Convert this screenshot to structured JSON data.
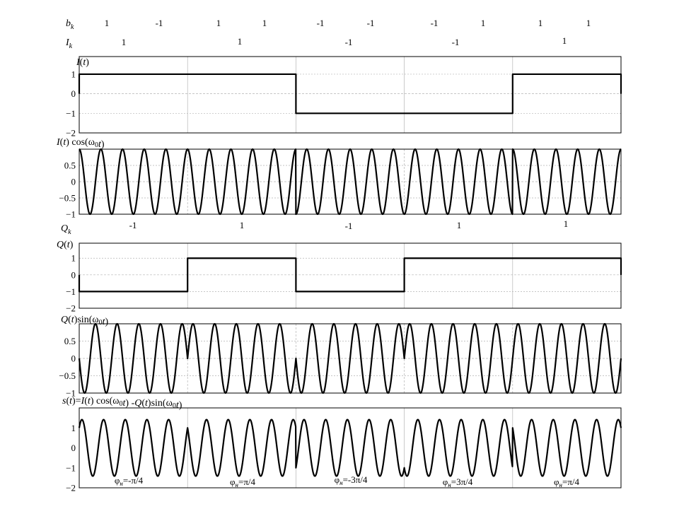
{
  "bits": {
    "label_main": "b",
    "label_sub": "k",
    "values": [
      "1",
      "-1",
      "1",
      "1",
      "-1",
      "-1",
      "-1",
      "1",
      "1",
      "1"
    ]
  },
  "i_bits": {
    "label_main": "I",
    "label_sub": "k",
    "values": [
      "1",
      "1",
      "-1",
      "-1",
      "1"
    ]
  },
  "q_bits": {
    "label_main": "Q",
    "label_sub": "k",
    "values": [
      "-1",
      "1",
      "-1",
      "1",
      "1"
    ]
  },
  "chart_data": [
    {
      "type": "line",
      "title": "I(t)",
      "title_parts": [
        {
          "t": "I",
          "i": true
        },
        {
          "t": "(",
          "i": false
        },
        {
          "t": "t",
          "i": true
        },
        {
          "t": ")",
          "i": false
        }
      ],
      "symbols": [
        1,
        1,
        -1,
        -1,
        1
      ],
      "waveform": "nrz",
      "xlim": [
        0,
        5
      ],
      "ylim": [
        -2,
        1.9
      ],
      "yticks": [
        1,
        0,
        -1,
        -2
      ],
      "ytick_labels": [
        "1",
        "0",
        "−1",
        "−2"
      ],
      "grid": true
    },
    {
      "type": "line",
      "title": "I(t) cos(ω0t)",
      "title_parts": [
        {
          "t": "I",
          "i": true
        },
        {
          "t": "(",
          "i": false
        },
        {
          "t": "t",
          "i": true
        },
        {
          "t": ") cos(ω",
          "i": false
        },
        {
          "t": "0",
          "i": false,
          "sub": true
        },
        {
          "t": "t",
          "i": true
        },
        {
          "t": ")",
          "i": false
        }
      ],
      "symbols": [
        1,
        1,
        -1,
        -1,
        1
      ],
      "waveform": "cos",
      "carrier_cycles_per_symbol": 5,
      "xlim": [
        0,
        5
      ],
      "ylim": [
        -1,
        1
      ],
      "yticks": [
        0.5,
        0,
        -0.5,
        -1
      ],
      "ytick_labels": [
        "0.5",
        "0",
        "−0.5",
        "−1"
      ],
      "grid": true
    },
    {
      "type": "line",
      "title": "Q(t)",
      "title_parts": [
        {
          "t": "Q",
          "i": true
        },
        {
          "t": "(",
          "i": false
        },
        {
          "t": "t",
          "i": true
        },
        {
          "t": ")",
          "i": false
        }
      ],
      "symbols": [
        -1,
        1,
        -1,
        1,
        1
      ],
      "waveform": "nrz",
      "xlim": [
        0,
        5
      ],
      "ylim": [
        -2,
        1.9
      ],
      "yticks": [
        1,
        0,
        -1,
        -2
      ],
      "ytick_labels": [
        "1",
        "0",
        "−1",
        "−2"
      ],
      "grid": true
    },
    {
      "type": "line",
      "title": "Q(t)sin(ω0t)",
      "title_parts": [
        {
          "t": "Q",
          "i": true
        },
        {
          "t": "(",
          "i": false
        },
        {
          "t": "t",
          "i": true
        },
        {
          "t": ")sin(ω",
          "i": false
        },
        {
          "t": "0",
          "i": false,
          "sub": true
        },
        {
          "t": "t",
          "i": true
        },
        {
          "t": ")",
          "i": false
        }
      ],
      "symbols": [
        -1,
        1,
        -1,
        1,
        1
      ],
      "waveform": "sin",
      "carrier_cycles_per_symbol": 5,
      "xlim": [
        0,
        5
      ],
      "ylim": [
        -1,
        1
      ],
      "yticks": [
        0.5,
        0,
        -0.5,
        -1
      ],
      "ytick_labels": [
        "0.5",
        "0",
        "−0.5",
        "−1"
      ],
      "grid": true
    },
    {
      "type": "line",
      "title": "s(t)=I(t) cos(ω0t) -Q(t)sin(ω0t)",
      "title_parts": [
        {
          "t": "s",
          "i": true
        },
        {
          "t": "(",
          "i": false
        },
        {
          "t": "t",
          "i": true
        },
        {
          "t": ")=",
          "i": false
        },
        {
          "t": "I",
          "i": true
        },
        {
          "t": "(",
          "i": false
        },
        {
          "t": "t",
          "i": true
        },
        {
          "t": ") cos(ω",
          "i": false
        },
        {
          "t": "0",
          "i": false,
          "sub": true
        },
        {
          "t": "t",
          "i": true
        },
        {
          "t": ") -",
          "i": false
        },
        {
          "t": "Q",
          "i": true
        },
        {
          "t": "(",
          "i": false
        },
        {
          "t": "t",
          "i": true
        },
        {
          "t": ")sin(ω",
          "i": false
        },
        {
          "t": "0",
          "i": false,
          "sub": true
        },
        {
          "t": "t",
          "i": true
        },
        {
          "t": ")",
          "i": false
        }
      ],
      "i_symbols": [
        1,
        1,
        -1,
        -1,
        1
      ],
      "q_symbols": [
        -1,
        1,
        -1,
        1,
        1
      ],
      "waveform": "qpsk",
      "carrier_cycles_per_symbol": 5,
      "xlim": [
        0,
        5
      ],
      "ylim": [
        -2,
        2
      ],
      "yticks": [
        1,
        0,
        -1,
        -2
      ],
      "ytick_labels": [
        "1",
        "0",
        "−1",
        "−2"
      ],
      "grid": false,
      "phase_labels": [
        {
          "main": "φ",
          "sub": "н",
          "rest": "=-π/4"
        },
        {
          "main": "φ",
          "sub": "н",
          "rest": "=π/4"
        },
        {
          "main": "φ",
          "sub": "н",
          "rest": "=-3π/4"
        },
        {
          "main": "φ",
          "sub": "н",
          "rest": "=3π/4"
        },
        {
          "main": "φ",
          "sub": "н",
          "rest": "=π/4"
        }
      ]
    }
  ]
}
